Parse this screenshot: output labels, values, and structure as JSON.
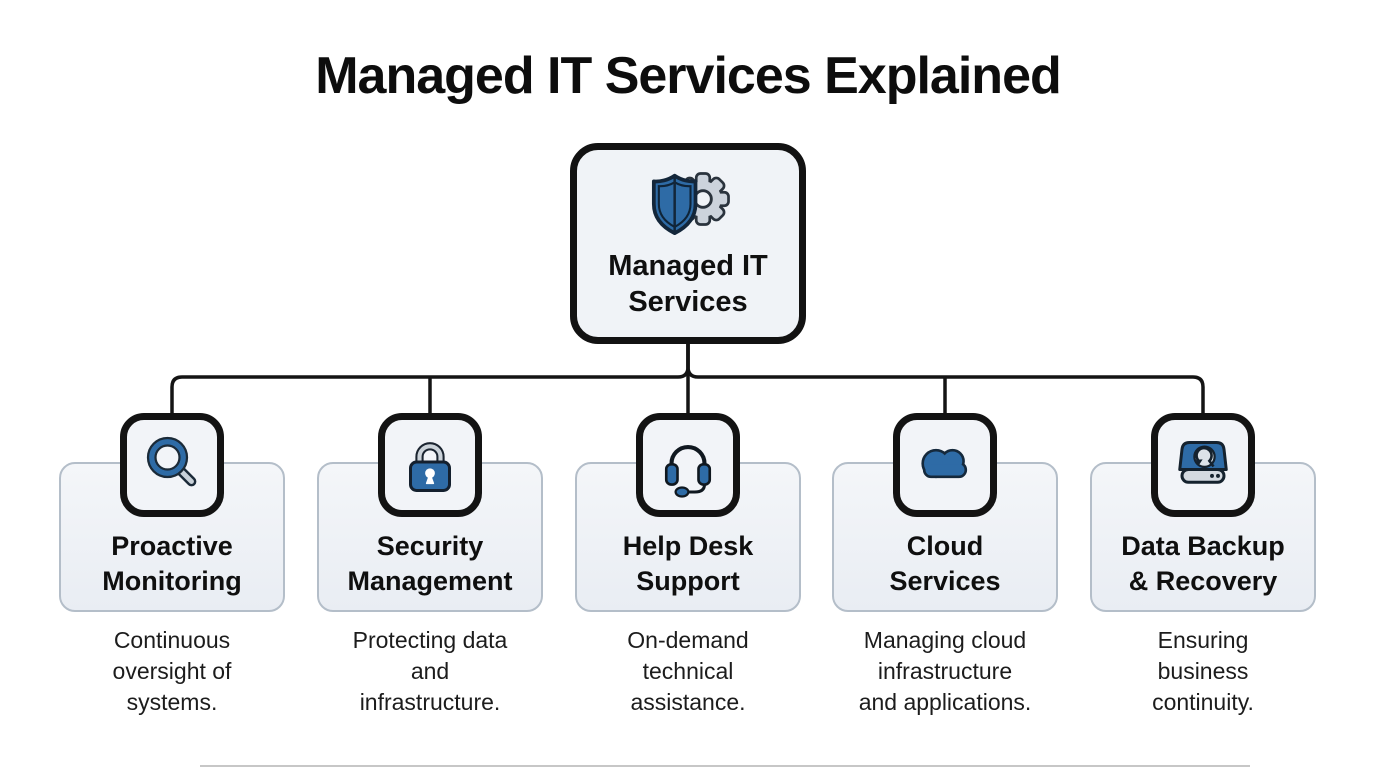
{
  "title": "Managed IT Services Explained",
  "root_node": {
    "icon": "shield-gear-icon",
    "label_lines": [
      "Managed IT",
      "Services"
    ]
  },
  "services": [
    {
      "icon": "magnifier-icon",
      "label_lines": [
        "Proactive",
        "Monitoring"
      ],
      "description_lines": [
        "Continuous",
        "oversight of",
        "systems."
      ]
    },
    {
      "icon": "lock-icon",
      "label_lines": [
        "Security",
        "Management"
      ],
      "description_lines": [
        "Protecting data",
        "and",
        "infrastructure."
      ]
    },
    {
      "icon": "headset-icon",
      "label_lines": [
        "Help Desk",
        "Support"
      ],
      "description_lines": [
        "On-demand",
        "technical",
        "assistance."
      ]
    },
    {
      "icon": "cloud-icon",
      "label_lines": [
        "Cloud",
        "Services"
      ],
      "description_lines": [
        "Managing cloud",
        "infrastructure",
        "and applications."
      ]
    },
    {
      "icon": "backup-drive-icon",
      "label_lines": [
        "Data Backup",
        "& Recovery"
      ],
      "description_lines": [
        "Ensuring",
        "business",
        "continuity."
      ]
    }
  ],
  "colors": {
    "icon_blue": "#2e6ba6",
    "icon_gray": "#ccd3dc",
    "outline_dark": "#111111",
    "card_border": "#b4bec9",
    "card_background": "#eef1f6"
  }
}
